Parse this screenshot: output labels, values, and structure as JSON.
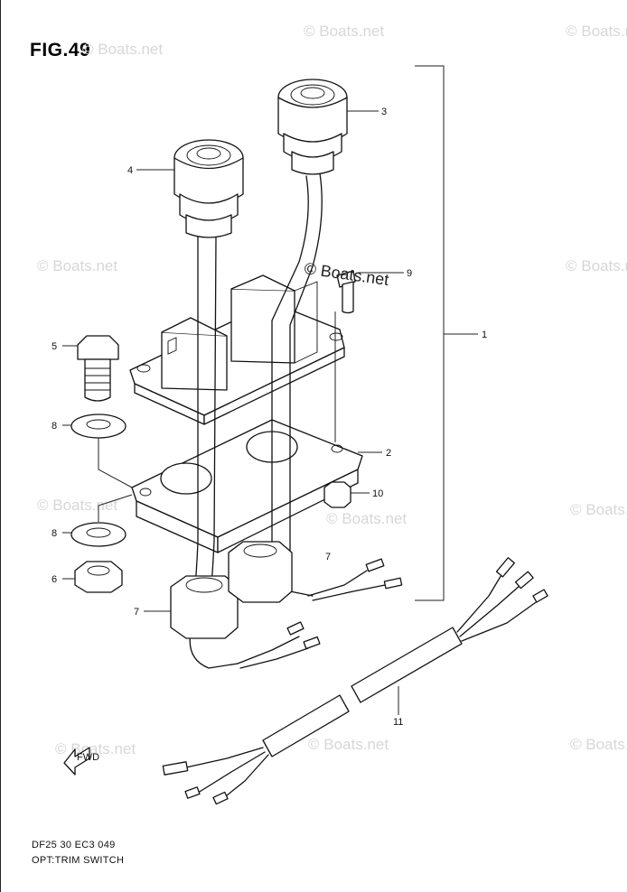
{
  "figure": {
    "title": "FIG.49",
    "model_code": "DF25 30 EC3  049",
    "name": "OPT:TRIM SWITCH"
  },
  "watermark": {
    "text": "© Boats.net"
  },
  "direction_marker": {
    "label": "FWD"
  },
  "callouts": [
    {
      "id": "c1",
      "label": "1"
    },
    {
      "id": "c2",
      "label": "2"
    },
    {
      "id": "c3",
      "label": "3"
    },
    {
      "id": "c4",
      "label": "4"
    },
    {
      "id": "c5",
      "label": "5"
    },
    {
      "id": "c6",
      "label": "6"
    },
    {
      "id": "c7a",
      "label": "7"
    },
    {
      "id": "c7b",
      "label": "7"
    },
    {
      "id": "c8a",
      "label": "8"
    },
    {
      "id": "c8b",
      "label": "8"
    },
    {
      "id": "c9",
      "label": "9"
    },
    {
      "id": "c10",
      "label": "10"
    },
    {
      "id": "c11",
      "label": "11"
    }
  ]
}
